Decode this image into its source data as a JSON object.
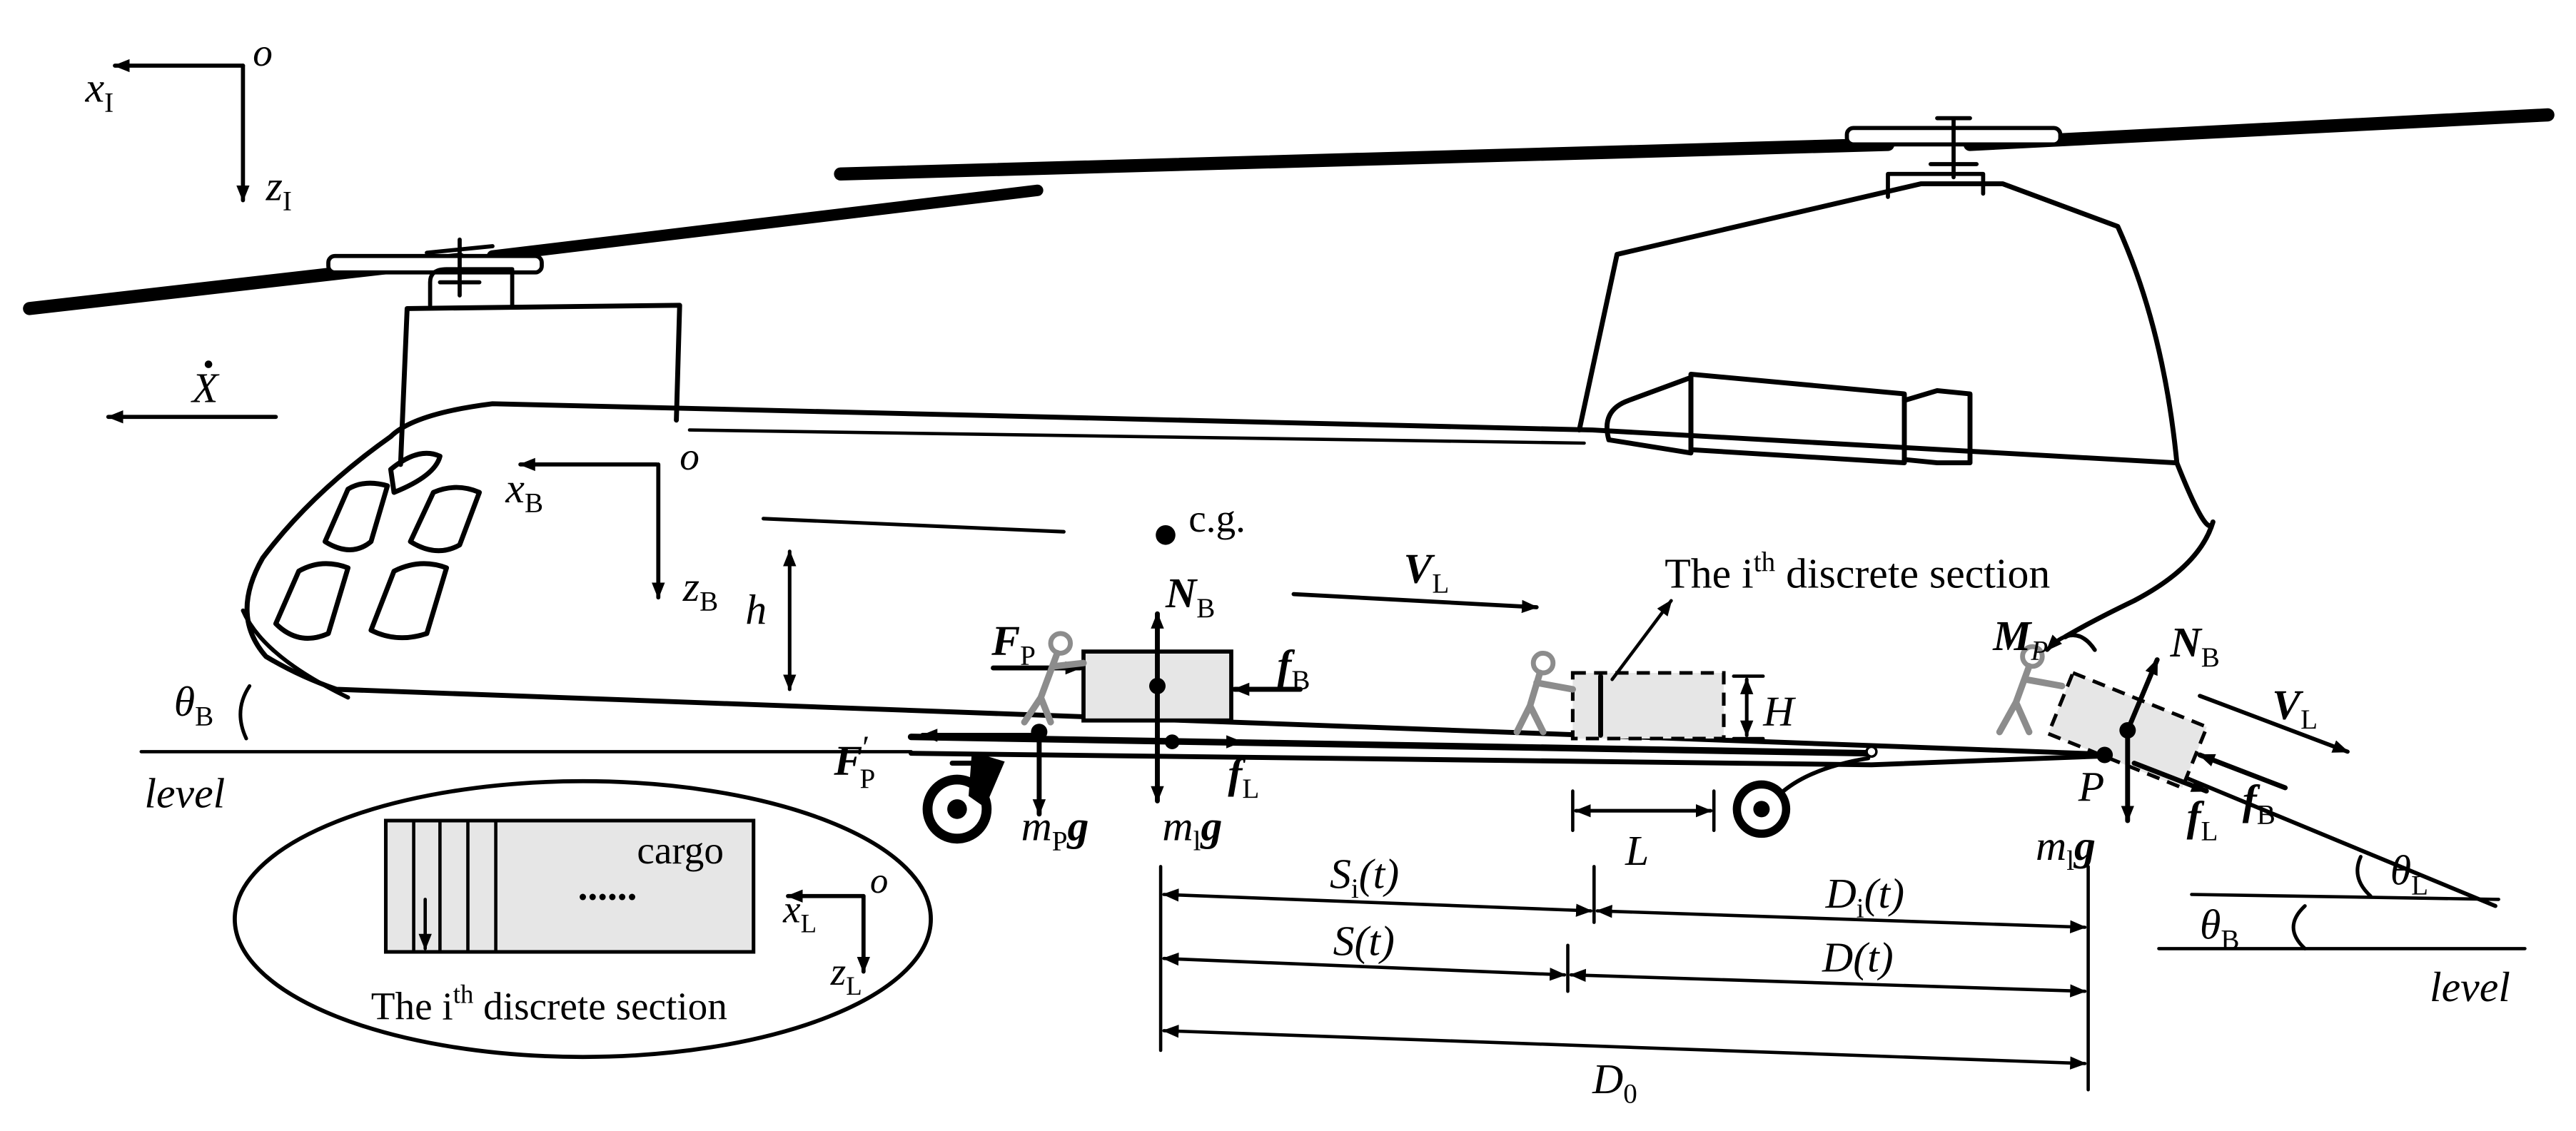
{
  "frames": {
    "inertial": {
      "origin": "o",
      "x": "x",
      "x_sub": "I",
      "z": "z",
      "z_sub": "I"
    },
    "body": {
      "origin": "o",
      "x": "x",
      "x_sub": "B",
      "z": "z",
      "z_sub": "B"
    },
    "load": {
      "origin": "o",
      "x": "x",
      "x_sub": "L",
      "z": "z",
      "z_sub": "L"
    }
  },
  "labels": {
    "velocity": "X",
    "cg": "c.g.",
    "h": "h",
    "H": "H",
    "L": "L",
    "P": "P",
    "theta": "θ",
    "theta_B_sub": "B",
    "theta_L_sub": "L",
    "level": "level",
    "cargo": "cargo",
    "dots": "......",
    "section_prefix": "The i",
    "section_sup": "th",
    "section_suffix": " discrete section"
  },
  "forces": {
    "F": "F",
    "F_sub": "P",
    "F_prime": "′",
    "N": "N",
    "N_sub": "B",
    "f": "f",
    "fB_sub": "B",
    "fL_sub": "L",
    "V": "V",
    "V_sub": "L",
    "M": "M",
    "M_sub": "P",
    "m": "m",
    "mP_sub": "P",
    "mL_sub": "l",
    "g": "g"
  },
  "dimensions": {
    "S": "S",
    "D": "D",
    "i_sub": "i",
    "t_arg": "(t)",
    "D0_sub": "0"
  }
}
